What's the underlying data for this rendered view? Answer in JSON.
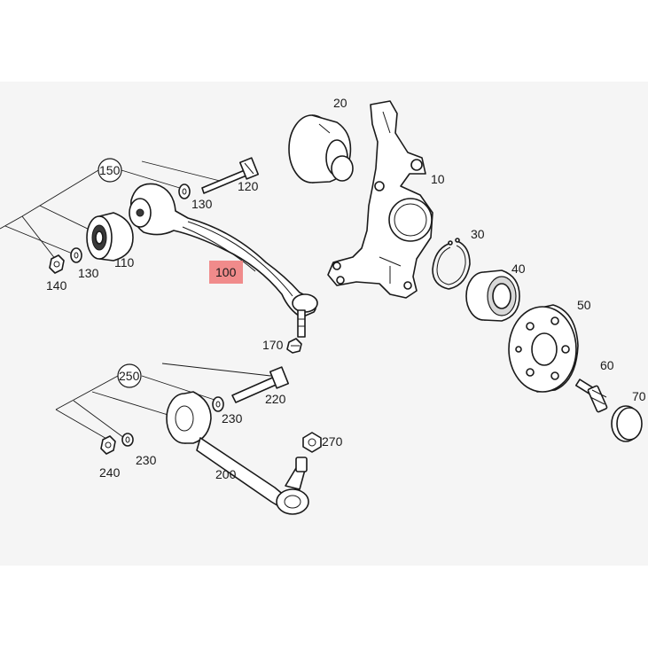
{
  "highlight_color": "#f08080",
  "labels": {
    "p10": "10",
    "p20": "20",
    "p30": "30",
    "p40": "40",
    "p50": "50",
    "p60": "60",
    "p70": "70",
    "p100": "100",
    "p110": "110",
    "p120": "120",
    "p130a": "130",
    "p130b": "130",
    "p140": "140",
    "p150": "150",
    "p170": "170",
    "p200": "200",
    "p220": "220",
    "p230a": "230",
    "p230b": "230",
    "p240": "240",
    "p250": "250",
    "p270": "270"
  }
}
